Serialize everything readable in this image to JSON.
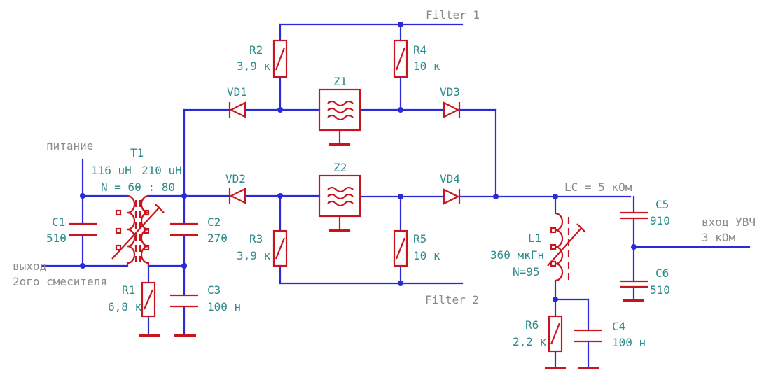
{
  "labels": {
    "filter1": "Filter 1",
    "filter2": "Filter 2",
    "power": "питание",
    "output_mixer": [
      "выход",
      "2ого смесителя"
    ],
    "input_rf": [
      "вход УВЧ",
      "3 кОм"
    ],
    "lc": "LC = 5 кОм"
  },
  "components": {
    "T1": {
      "ref": "T1",
      "l1": "116 uH",
      "l2": "210 uH",
      "ratio": "N = 60 : 80"
    },
    "C1": {
      "ref": "C1",
      "value": "510"
    },
    "C2": {
      "ref": "C2",
      "value": "270"
    },
    "C3": {
      "ref": "C3",
      "value": "100 н"
    },
    "C4": {
      "ref": "C4",
      "value": "100 н"
    },
    "C5": {
      "ref": "C5",
      "value": "910"
    },
    "C6": {
      "ref": "C6",
      "value": "510"
    },
    "R1": {
      "ref": "R1",
      "value": "6,8 к"
    },
    "R2": {
      "ref": "R2",
      "value": "3,9 к"
    },
    "R3": {
      "ref": "R3",
      "value": "3,9 к"
    },
    "R4": {
      "ref": "R4",
      "value": "10 к"
    },
    "R5": {
      "ref": "R5",
      "value": "10 к"
    },
    "R6": {
      "ref": "R6",
      "value": "2,2 к"
    },
    "VD1": {
      "ref": "VD1"
    },
    "VD2": {
      "ref": "VD2"
    },
    "VD3": {
      "ref": "VD3"
    },
    "VD4": {
      "ref": "VD4"
    },
    "Z1": {
      "ref": "Z1"
    },
    "Z2": {
      "ref": "Z2"
    },
    "L1": {
      "ref": "L1",
      "value": "360 мкГн",
      "turns": "N=95"
    }
  },
  "colors": {
    "wire": "#2b2bd6",
    "component": "#c8141e",
    "label": "#2e8b8b",
    "net_label": "#8a8a8a"
  }
}
